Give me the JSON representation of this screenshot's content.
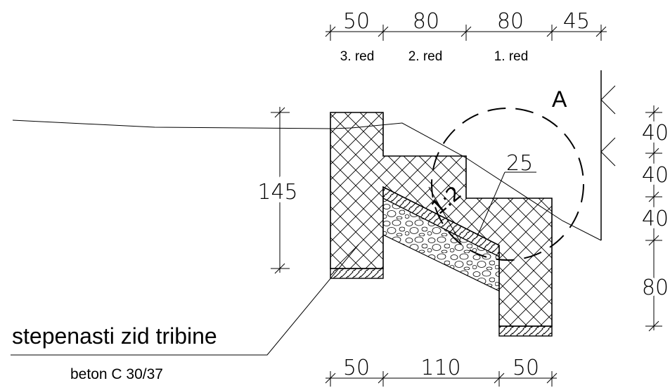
{
  "top_dims": [
    "50",
    "80",
    "80",
    "45"
  ],
  "row_labels": [
    "3. red",
    "2. red",
    "1. red"
  ],
  "bottom_dims": [
    "50",
    "110",
    "50"
  ],
  "right_dims": [
    "40",
    "40",
    "40",
    "80"
  ],
  "height_dim": "145",
  "thickness_dim": "25",
  "slope_label": "1:2",
  "detail_label": "A",
  "title": "stepenasti zid tribine",
  "subtitle": "beton C 30/37"
}
